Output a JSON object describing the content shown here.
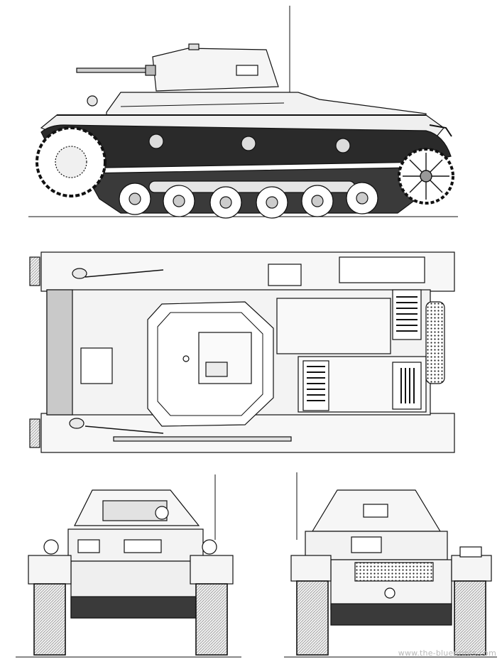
{
  "drawing": {
    "views": [
      "side-view",
      "top-view",
      "front-view",
      "rear-view"
    ],
    "colors": {
      "line": "#111111",
      "fill_light": "#f4f4f4",
      "fill_mid": "#dedede",
      "fill_dark": "#8c8c8c",
      "fill_black": "#1a1a1a",
      "background": "#ffffff"
    }
  },
  "watermark": {
    "text": "www.the-blueprints.com"
  }
}
